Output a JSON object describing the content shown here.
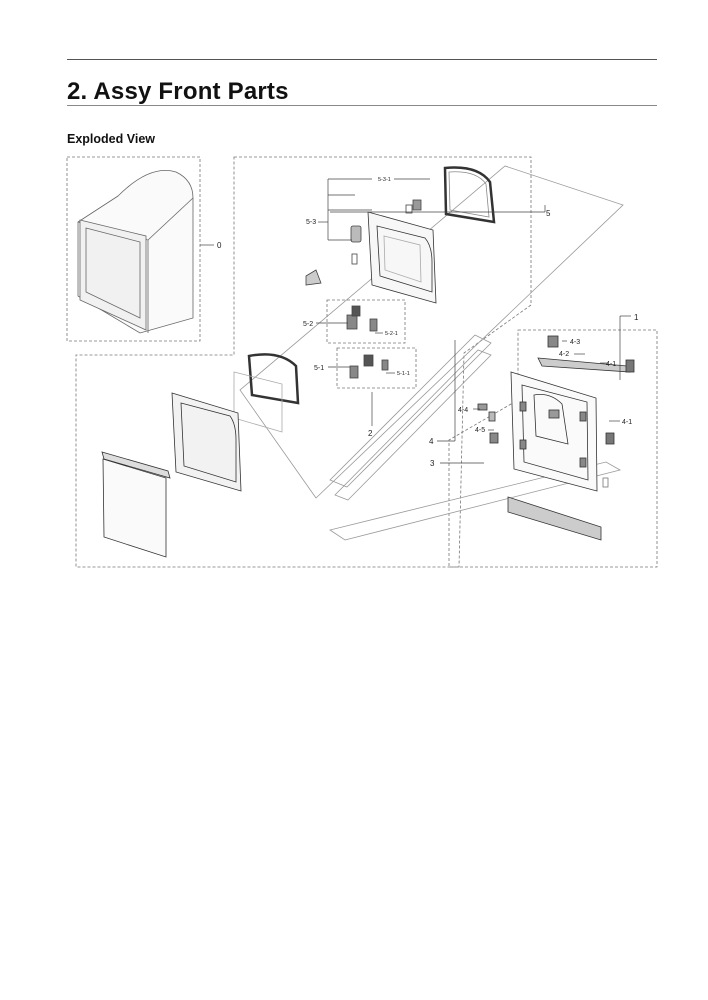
{
  "page": {
    "title": "2.  Assy Front Parts",
    "subtitle": "Exploded View"
  },
  "diagram": {
    "callouts": {
      "c0": "0",
      "c1": "1",
      "c2": "2",
      "c3": "3",
      "c4": "4",
      "c4_1a": "4-1",
      "c4_1b": "4-1",
      "c4_2": "4-2",
      "c4_3": "4-3",
      "c4_4": "4-4",
      "c4_5": "4-5",
      "c5": "5",
      "c5_1": "5-1",
      "c5_1_1": "5-1-1",
      "c5_2": "5-2",
      "c5_2_1": "5-2-1",
      "c5_3": "5-3",
      "c5_3_1": "5-3-1"
    }
  }
}
